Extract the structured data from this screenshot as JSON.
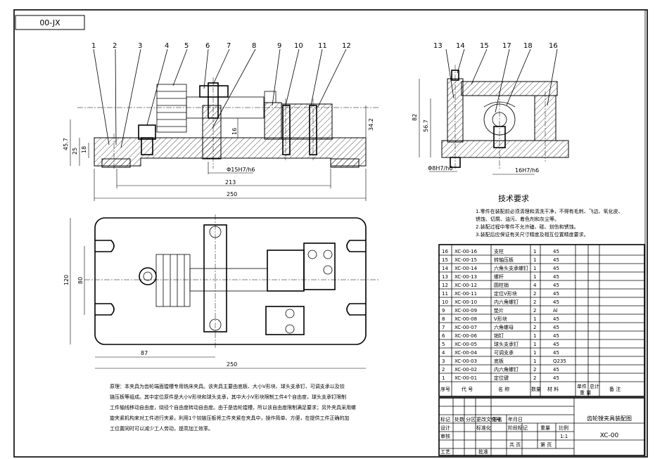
{
  "drawing_code": "00-JX",
  "drawing_title": "齿轮镗夹具装配图",
  "drawing_number": "XC-00",
  "front_view": {
    "balloons": [
      "1",
      "2",
      "3",
      "4",
      "5",
      "6",
      "7",
      "8",
      "9",
      "10",
      "11",
      "12"
    ],
    "dims": {
      "d_457": "45.7",
      "d_25": "25",
      "d_18": "18",
      "d_16": "16",
      "d_342": "34.2",
      "d_fit": "Φ15H7/h6",
      "d_213": "213",
      "d_250": "250"
    }
  },
  "side_view": {
    "balloons": [
      "13",
      "14",
      "15",
      "17",
      "18",
      "16"
    ],
    "dims": {
      "d_82": "82",
      "d_567": "56.7",
      "d_fit1": "Φ8H7/h6",
      "d_fit2": "16H7/h6"
    }
  },
  "top_view": {
    "dims": {
      "d_120": "120",
      "d_80": "80",
      "d_87": "87",
      "d_250": "250"
    }
  },
  "tech_req": {
    "title": "技术要求",
    "lines": [
      "1.零件在装配前必须清理和清洗干净，不得有毛刺、飞边、氧化皮、",
      "   锈蚀、切屑、油污、着色剂和灰尘等。",
      "2.装配过程中零件不允许磕、碰、划伤和锈蚀。",
      "3.装配后应保证有关尺寸精度及相互位置精度要求。"
    ]
  },
  "parts_list": {
    "rows": [
      {
        "no": "16",
        "code": "XC-00-16",
        "name": "支柱",
        "qty": "1",
        "mat": "45"
      },
      {
        "no": "15",
        "code": "XC-00-15",
        "name": "转轴压板",
        "qty": "1",
        "mat": "45"
      },
      {
        "no": "14",
        "code": "XC-00-14",
        "name": "六角头支承螺钉",
        "qty": "1",
        "mat": "45"
      },
      {
        "no": "13",
        "code": "XC-00-13",
        "name": "螺杆",
        "qty": "1",
        "mat": "45"
      },
      {
        "no": "12",
        "code": "XC-00-12",
        "name": "圆柱销",
        "qty": "4",
        "mat": "45"
      },
      {
        "no": "11",
        "code": "XC-00-11",
        "name": "定位V形块",
        "qty": "2",
        "mat": "45"
      },
      {
        "no": "10",
        "code": "XC-00-10",
        "name": "内六角螺钉",
        "qty": "2",
        "mat": "45"
      },
      {
        "no": "9",
        "code": "XC-00-09",
        "name": "垫片",
        "qty": "2",
        "mat": "Al"
      },
      {
        "no": "8",
        "code": "XC-00-08",
        "name": "V形块",
        "qty": "1",
        "mat": "45"
      },
      {
        "no": "7",
        "code": "XC-00-07",
        "name": "六角螺母",
        "qty": "2",
        "mat": "45"
      },
      {
        "no": "6",
        "code": "XC-00-06",
        "name": "销钉",
        "qty": "1",
        "mat": "45"
      },
      {
        "no": "5",
        "code": "XC-00-05",
        "name": "球头支承钉",
        "qty": "1",
        "mat": "45"
      },
      {
        "no": "4",
        "code": "XC-00-04",
        "name": "可调支承",
        "qty": "1",
        "mat": "45"
      },
      {
        "no": "3",
        "code": "XC-00-03",
        "name": "底板",
        "qty": "1",
        "mat": "Q235"
      },
      {
        "no": "2",
        "code": "XC-00-02",
        "name": "内六角螺钉",
        "qty": "2",
        "mat": "45"
      },
      {
        "no": "1",
        "code": "XC-00-01",
        "name": "定位键",
        "qty": "2",
        "mat": "45"
      }
    ],
    "header": {
      "no": "序号",
      "code": "代 号",
      "name": "名 称",
      "qty": "数量",
      "mat": "材 料",
      "w1": "单件",
      "w2": "总计",
      "weight": "重 量",
      "remark": "备 注"
    }
  },
  "principle": {
    "lines": [
      "原理：本夹具为齿轮端面镗槽专用铣床夹具。该夹具主要由底板、大小V形块、球头支承钉、可调支承以及铰",
      "链压板等组成。其中定位原件是大小V形块和球头支承，其中大小V形块限制工件4个自由度，球头支承钉限制",
      "工件轴线移动自由度，绕径个自由度转动自由度。由于是齿轮镗槽，所以该自由度限制满足要求；另外夹具采用螺",
      "旋夹紧机构来对工件进行夹紧，利用1个铰链压板将工件夹紧在夹具中，操作简单、方便，在提供工件正确的加",
      "工位置同时可以减少工人劳动，提高加工效率。"
    ]
  },
  "title_block": {
    "labels": [
      "标记",
      "处数",
      "分区",
      "更改文件号",
      "签名",
      "年月日",
      "设计",
      "标准化",
      "阶段标记",
      "重量",
      "比例",
      "审核",
      "工艺",
      "批准",
      "共 页",
      "第 页"
    ],
    "scale": "1:1"
  }
}
